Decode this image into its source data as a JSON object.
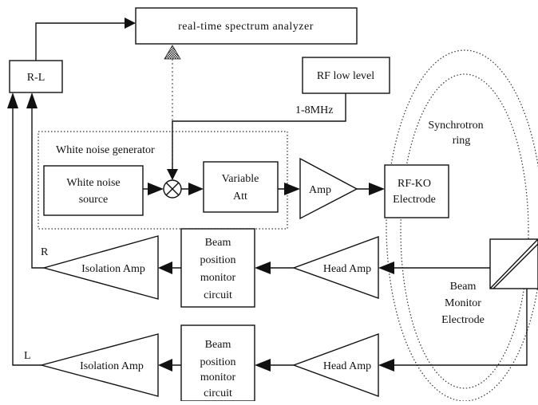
{
  "blocks": {
    "spectrum_analyzer": "real-time spectrum analyzer",
    "rl": "R-L",
    "rf_low_level": "RF low level",
    "freq_label": "1-8MHz",
    "white_noise_generator": "White noise generator",
    "white_noise_source": [
      "White noise",
      "source"
    ],
    "variable_att": [
      "Variable",
      "Att"
    ],
    "amp": "Amp",
    "rfko_electrode": [
      "RF-KO",
      "Electrode"
    ],
    "synchrotron_ring": [
      "Synchrotron",
      "ring"
    ],
    "beam_monitor_electrode": [
      "Beam",
      "Monitor",
      "Electrode"
    ],
    "head_amp_top": "Head Amp",
    "head_amp_bottom": "Head Amp",
    "bpm_top": [
      "Beam",
      "position",
      "monitor",
      "circuit"
    ],
    "bpm_bottom": [
      "Beam",
      "position",
      "monitor",
      "circuit"
    ],
    "iso_amp_top": "Isolation Amp",
    "iso_amp_bottom": "Isolation Amp",
    "label_r": "R",
    "label_l": "L"
  }
}
